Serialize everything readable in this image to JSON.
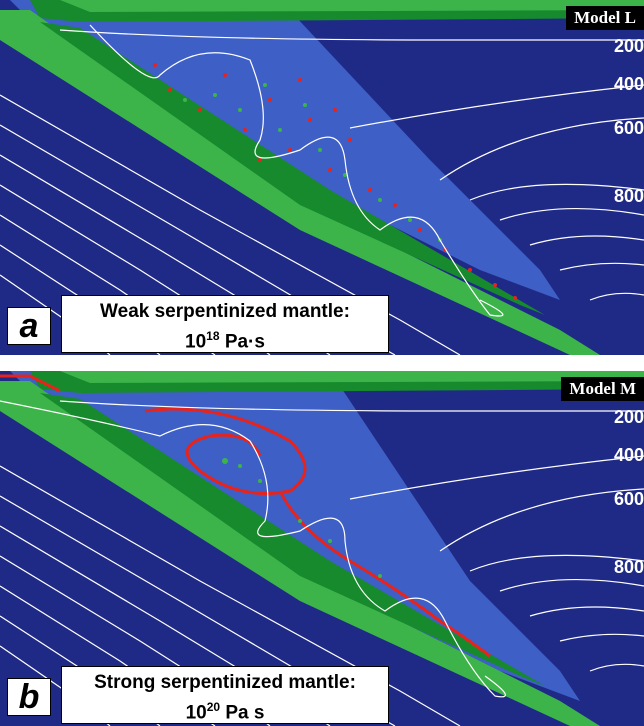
{
  "panels": [
    {
      "letter": "a",
      "model": "Model L",
      "caption_line1": "Weak serpentinized mantle:",
      "viscosity_base": "10",
      "viscosity_exp": "18",
      "viscosity_unit": "Pa·s",
      "isotherms": [
        "200",
        "400",
        "600",
        "800"
      ]
    },
    {
      "letter": "b",
      "model": "Model M",
      "caption_line1": "Strong serpentinized mantle:",
      "viscosity_base": "10",
      "viscosity_exp": "20",
      "viscosity_unit": "Pa s",
      "isotherms": [
        "200",
        "400",
        "600",
        "800"
      ]
    }
  ],
  "colors": {
    "mantle": "#1f2a86",
    "wedge": "#3d5fc6",
    "slab_green": "#3cb44a",
    "dark_green": "#168a2c",
    "melt_red": "#e8231c",
    "isotherm": "#ffffff"
  }
}
